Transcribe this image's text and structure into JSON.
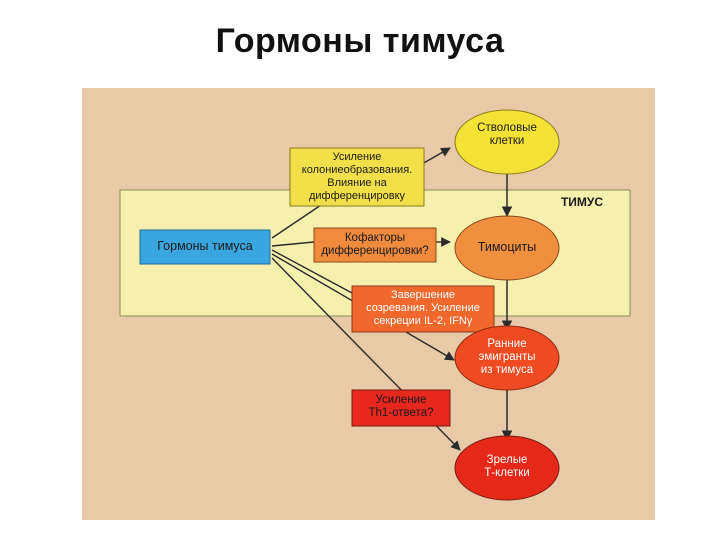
{
  "title": "Гормоны тимуса",
  "diagram": {
    "region_label": "ТИМУС",
    "source_box": "Гормоны тимуса",
    "cells": {
      "stem": "Стволовые\nклетки",
      "thymocytes": "Тимоциты",
      "early_emigrants": "Ранние\nэмигранты\nиз тимуса",
      "mature": "Зрелые\nТ-клетки"
    },
    "effects": {
      "colony": "Усиление\nколониеобразования.\nВлияние на\nдифференцировку",
      "cofactors": "Кофакторы\nдифференцировки?",
      "completion": "Завершение\nсозревания. Усиление\nсекреции IL-2, IFNγ",
      "th1": "Усиление\nTh1-ответа?"
    },
    "colors": {
      "background": "#e8c9a8",
      "thymus_region": "#f6f0ae",
      "source_box": "#3aa6e0",
      "yellow_box": "#f2e04a",
      "orange_box": "#f08a3c",
      "red_box": "#e8271e",
      "stem_cell": "#f5e236",
      "thymocyte_cell": "#f08f3e",
      "emigrant_cell": "#ef4a22",
      "mature_cell": "#e62818",
      "arrow": "#2b2b2b"
    }
  }
}
